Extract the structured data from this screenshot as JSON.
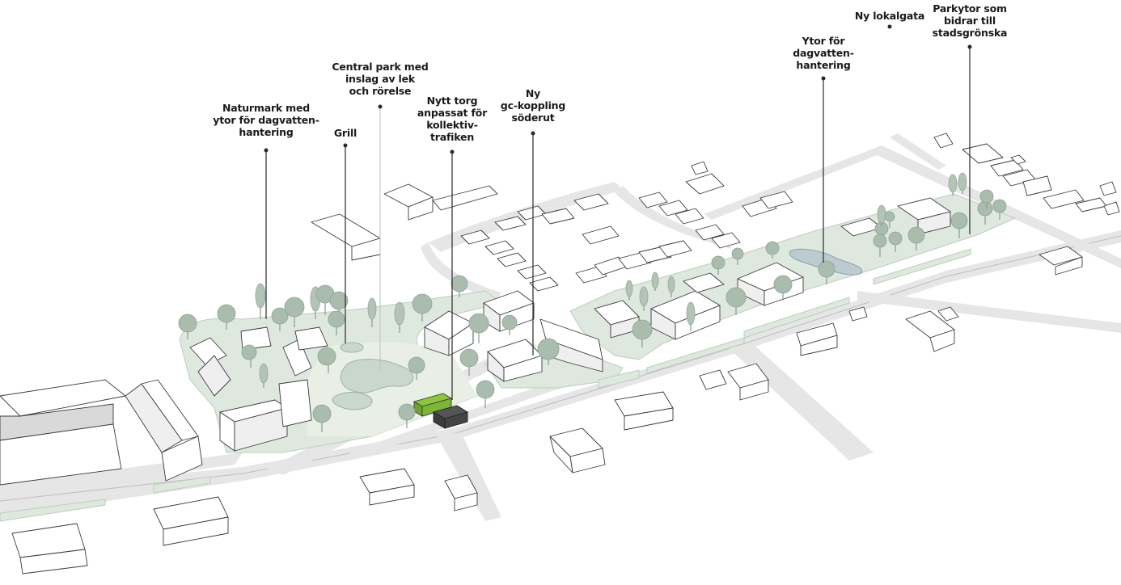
{
  "labels": {
    "naturmark": [
      "Naturmark med",
      "ytor för dagvatten-",
      "hantering"
    ],
    "grill": [
      "Grill"
    ],
    "central_park": [
      "Central park med",
      "inslag av lek",
      "och rörelse"
    ],
    "nytt_torg": [
      "Nytt torg",
      "anpassat för",
      "kollektiv-",
      "trafiken"
    ],
    "ny_gc": [
      "Ny",
      "gc-koppling",
      "söderut"
    ],
    "ytor_dagvatten": [
      "Ytor för",
      "dagvatten-",
      "hantering"
    ],
    "ny_lokalgata": [
      "Ny lokalgata"
    ],
    "parkytor": [
      "Parkytor som",
      "bidrar till",
      "stadsgrönska"
    ]
  },
  "colors": {
    "green_area": "#dfe8df",
    "tree": "#a9bcad",
    "water": "#bccbd0",
    "highlight_roof": "#8cc63f",
    "dark_building": "#3d3d3d",
    "road": "#e6e6e6"
  }
}
